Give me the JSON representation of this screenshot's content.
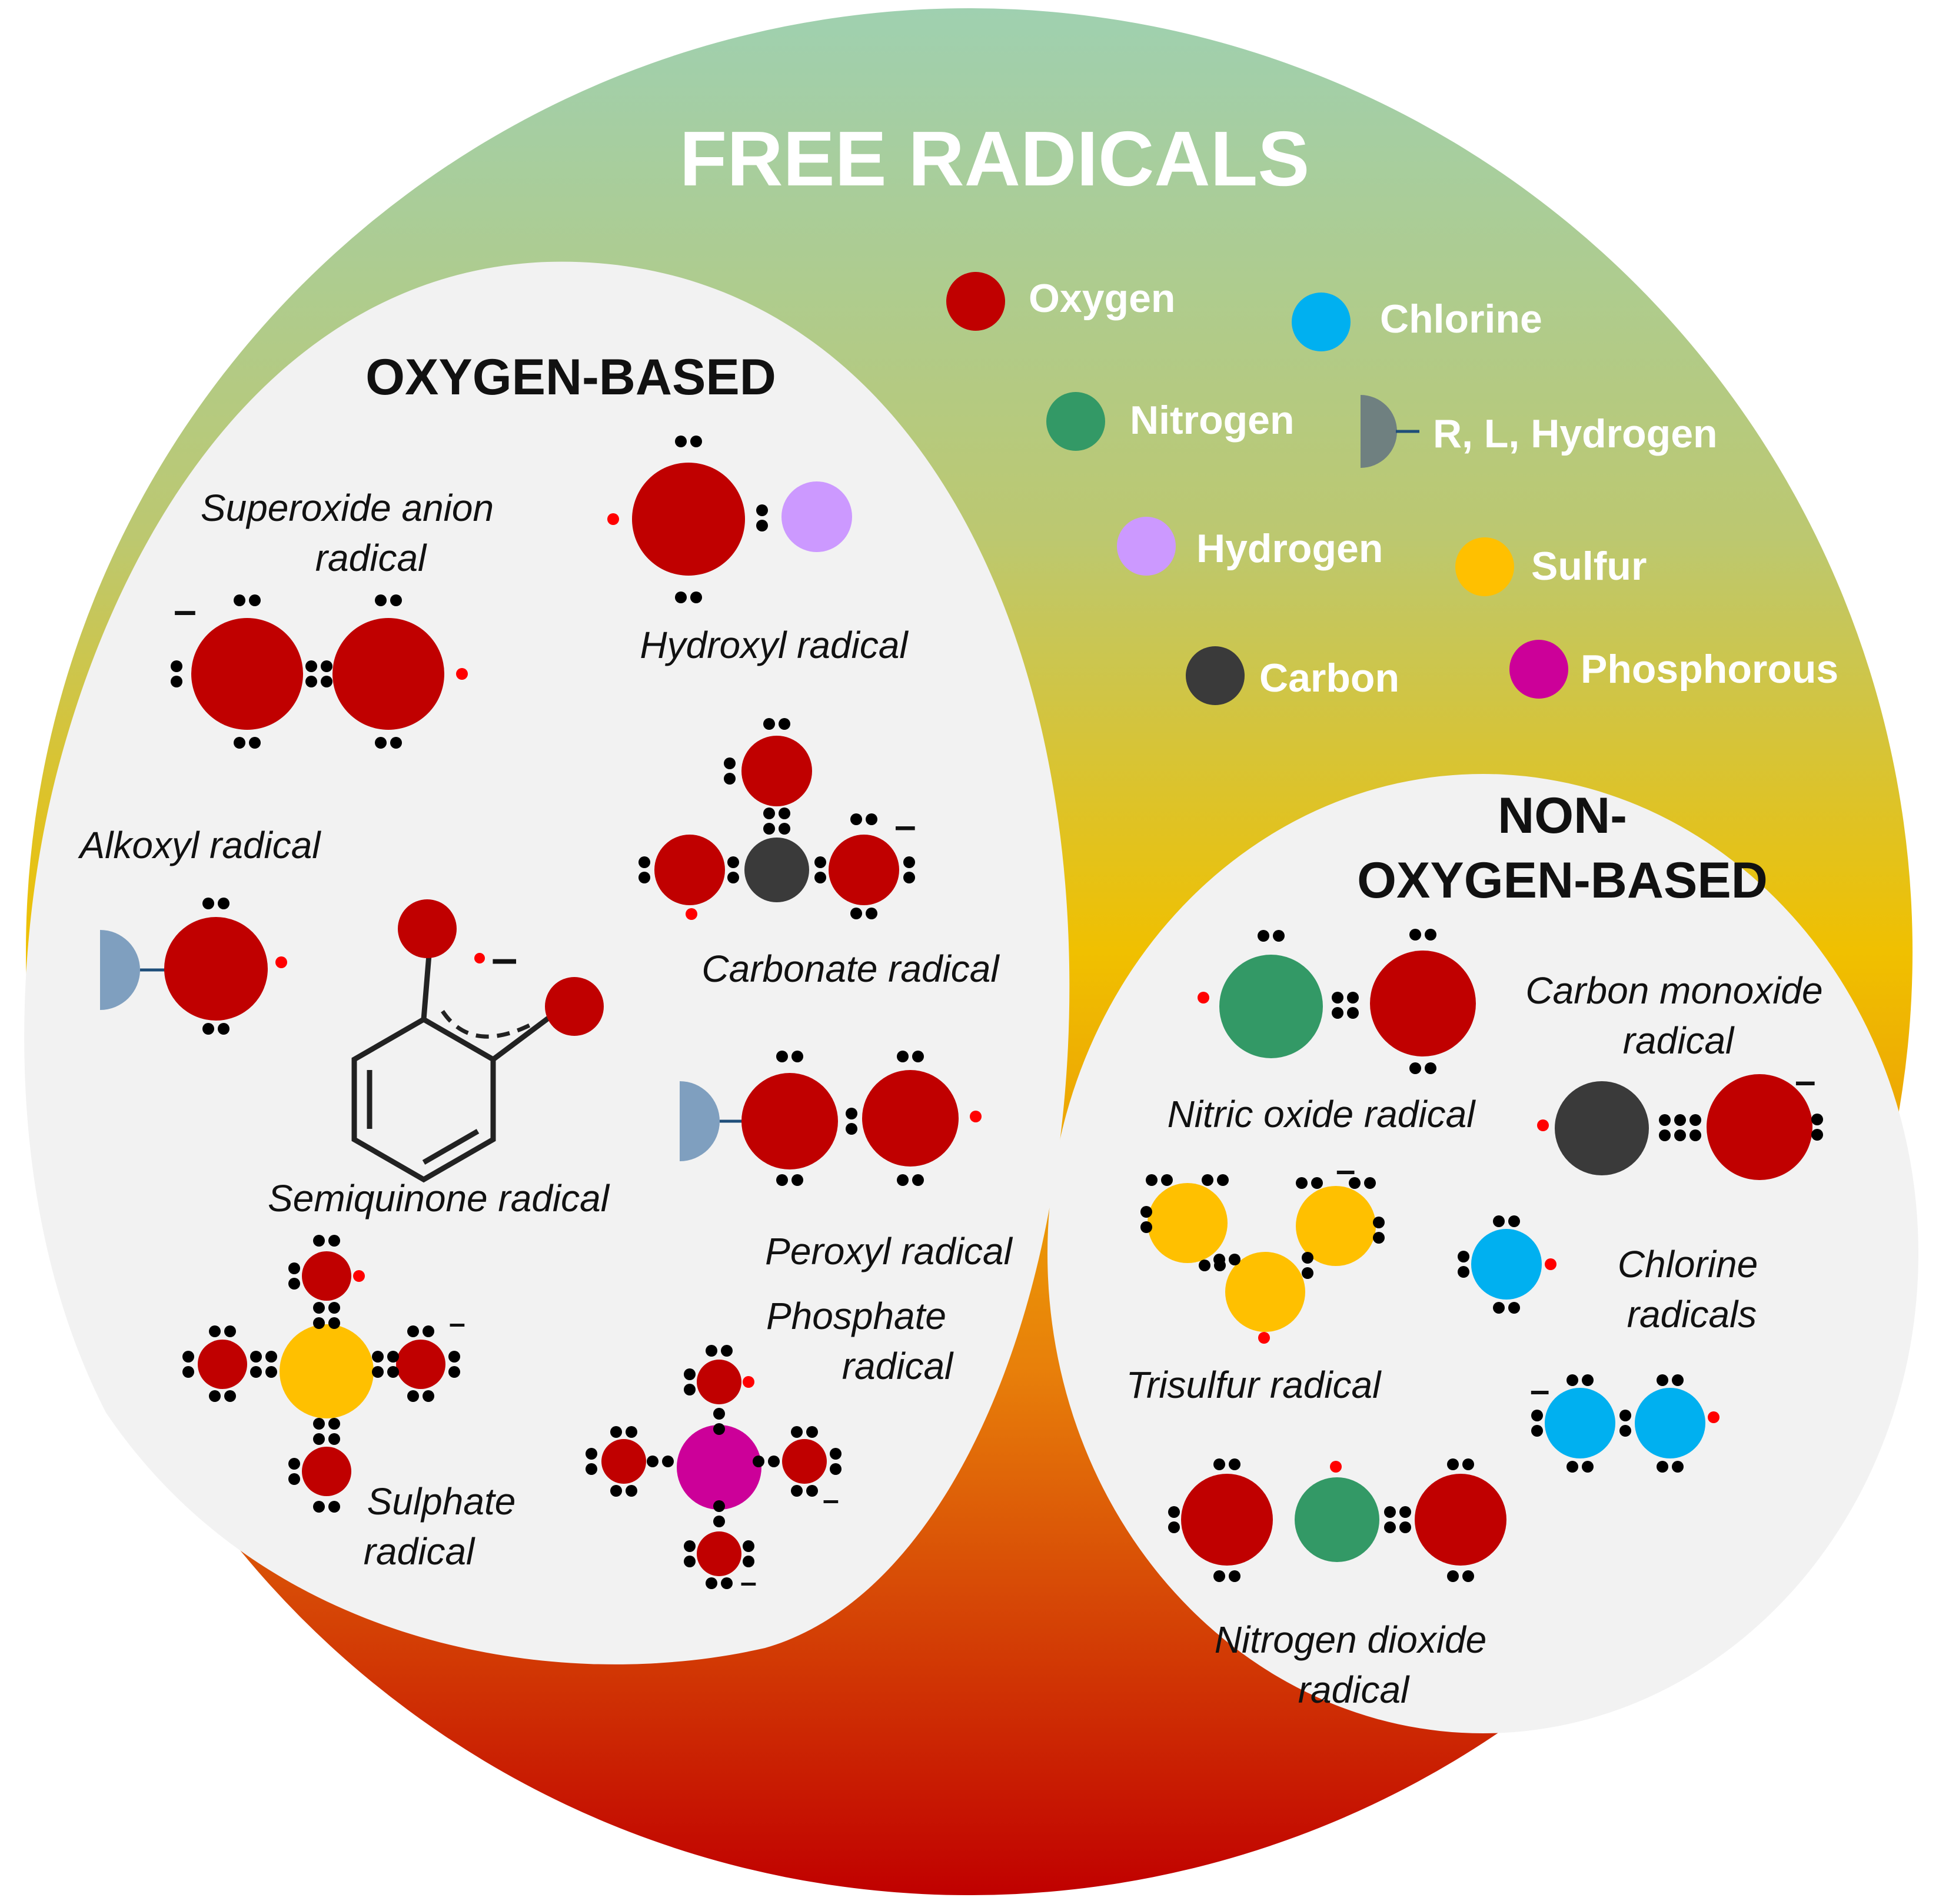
{
  "title": "FREE RADICALS",
  "colors": {
    "oxygen": "#c00000",
    "chlorine": "#00b0f0",
    "nitrogen": "#339966",
    "r_group": "#7f9fbf",
    "hydrogen": "#cc99ff",
    "sulfur": "#ffc000",
    "carbon": "#3a3a3a",
    "phosphorous": "#cc0099",
    "unpaired_electron": "#ff0000",
    "electron_pair": "#000000",
    "panel": "#f2f2f2",
    "gradient_top": "#9fd0b0",
    "gradient_mid": "#f0c000",
    "gradient_bottom": "#c00000"
  },
  "legend": {
    "oxygen": "Oxygen",
    "chlorine": "Chlorine",
    "nitrogen": "Nitrogen",
    "r_group": "R, L, Hydrogen",
    "hydrogen": "Hydrogen",
    "sulfur": "Sulfur",
    "carbon": "Carbon",
    "phosphorous": "Phosphorous"
  },
  "oxygen_based": {
    "heading": "OXYGEN-BASED",
    "superoxide": [
      "Superoxide anion",
      "radical"
    ],
    "hydroxyl": "Hydroxyl radical",
    "carbonate": "Carbonate radical",
    "alkoxyl": "Alkoxyl radical",
    "semiquinone": "Semiquinone radical",
    "peroxyl": "Peroxyl radical",
    "phosphate": [
      "Phosphate",
      "radical"
    ],
    "sulphate": [
      "Sulphate",
      "radical"
    ]
  },
  "non_oxygen_based": {
    "heading": [
      "NON-",
      "OXYGEN-BASED"
    ],
    "nitric_oxide": "Nitric oxide radical",
    "carbon_monoxide": [
      "Carbon monoxide",
      "radical"
    ],
    "trisulfur": "Trisulfur radical",
    "chlorine": [
      "Chlorine",
      "radicals"
    ],
    "nitrogen_dioxide": [
      "Nitrogen dioxide",
      "radical"
    ]
  },
  "charge_symbol": "–"
}
